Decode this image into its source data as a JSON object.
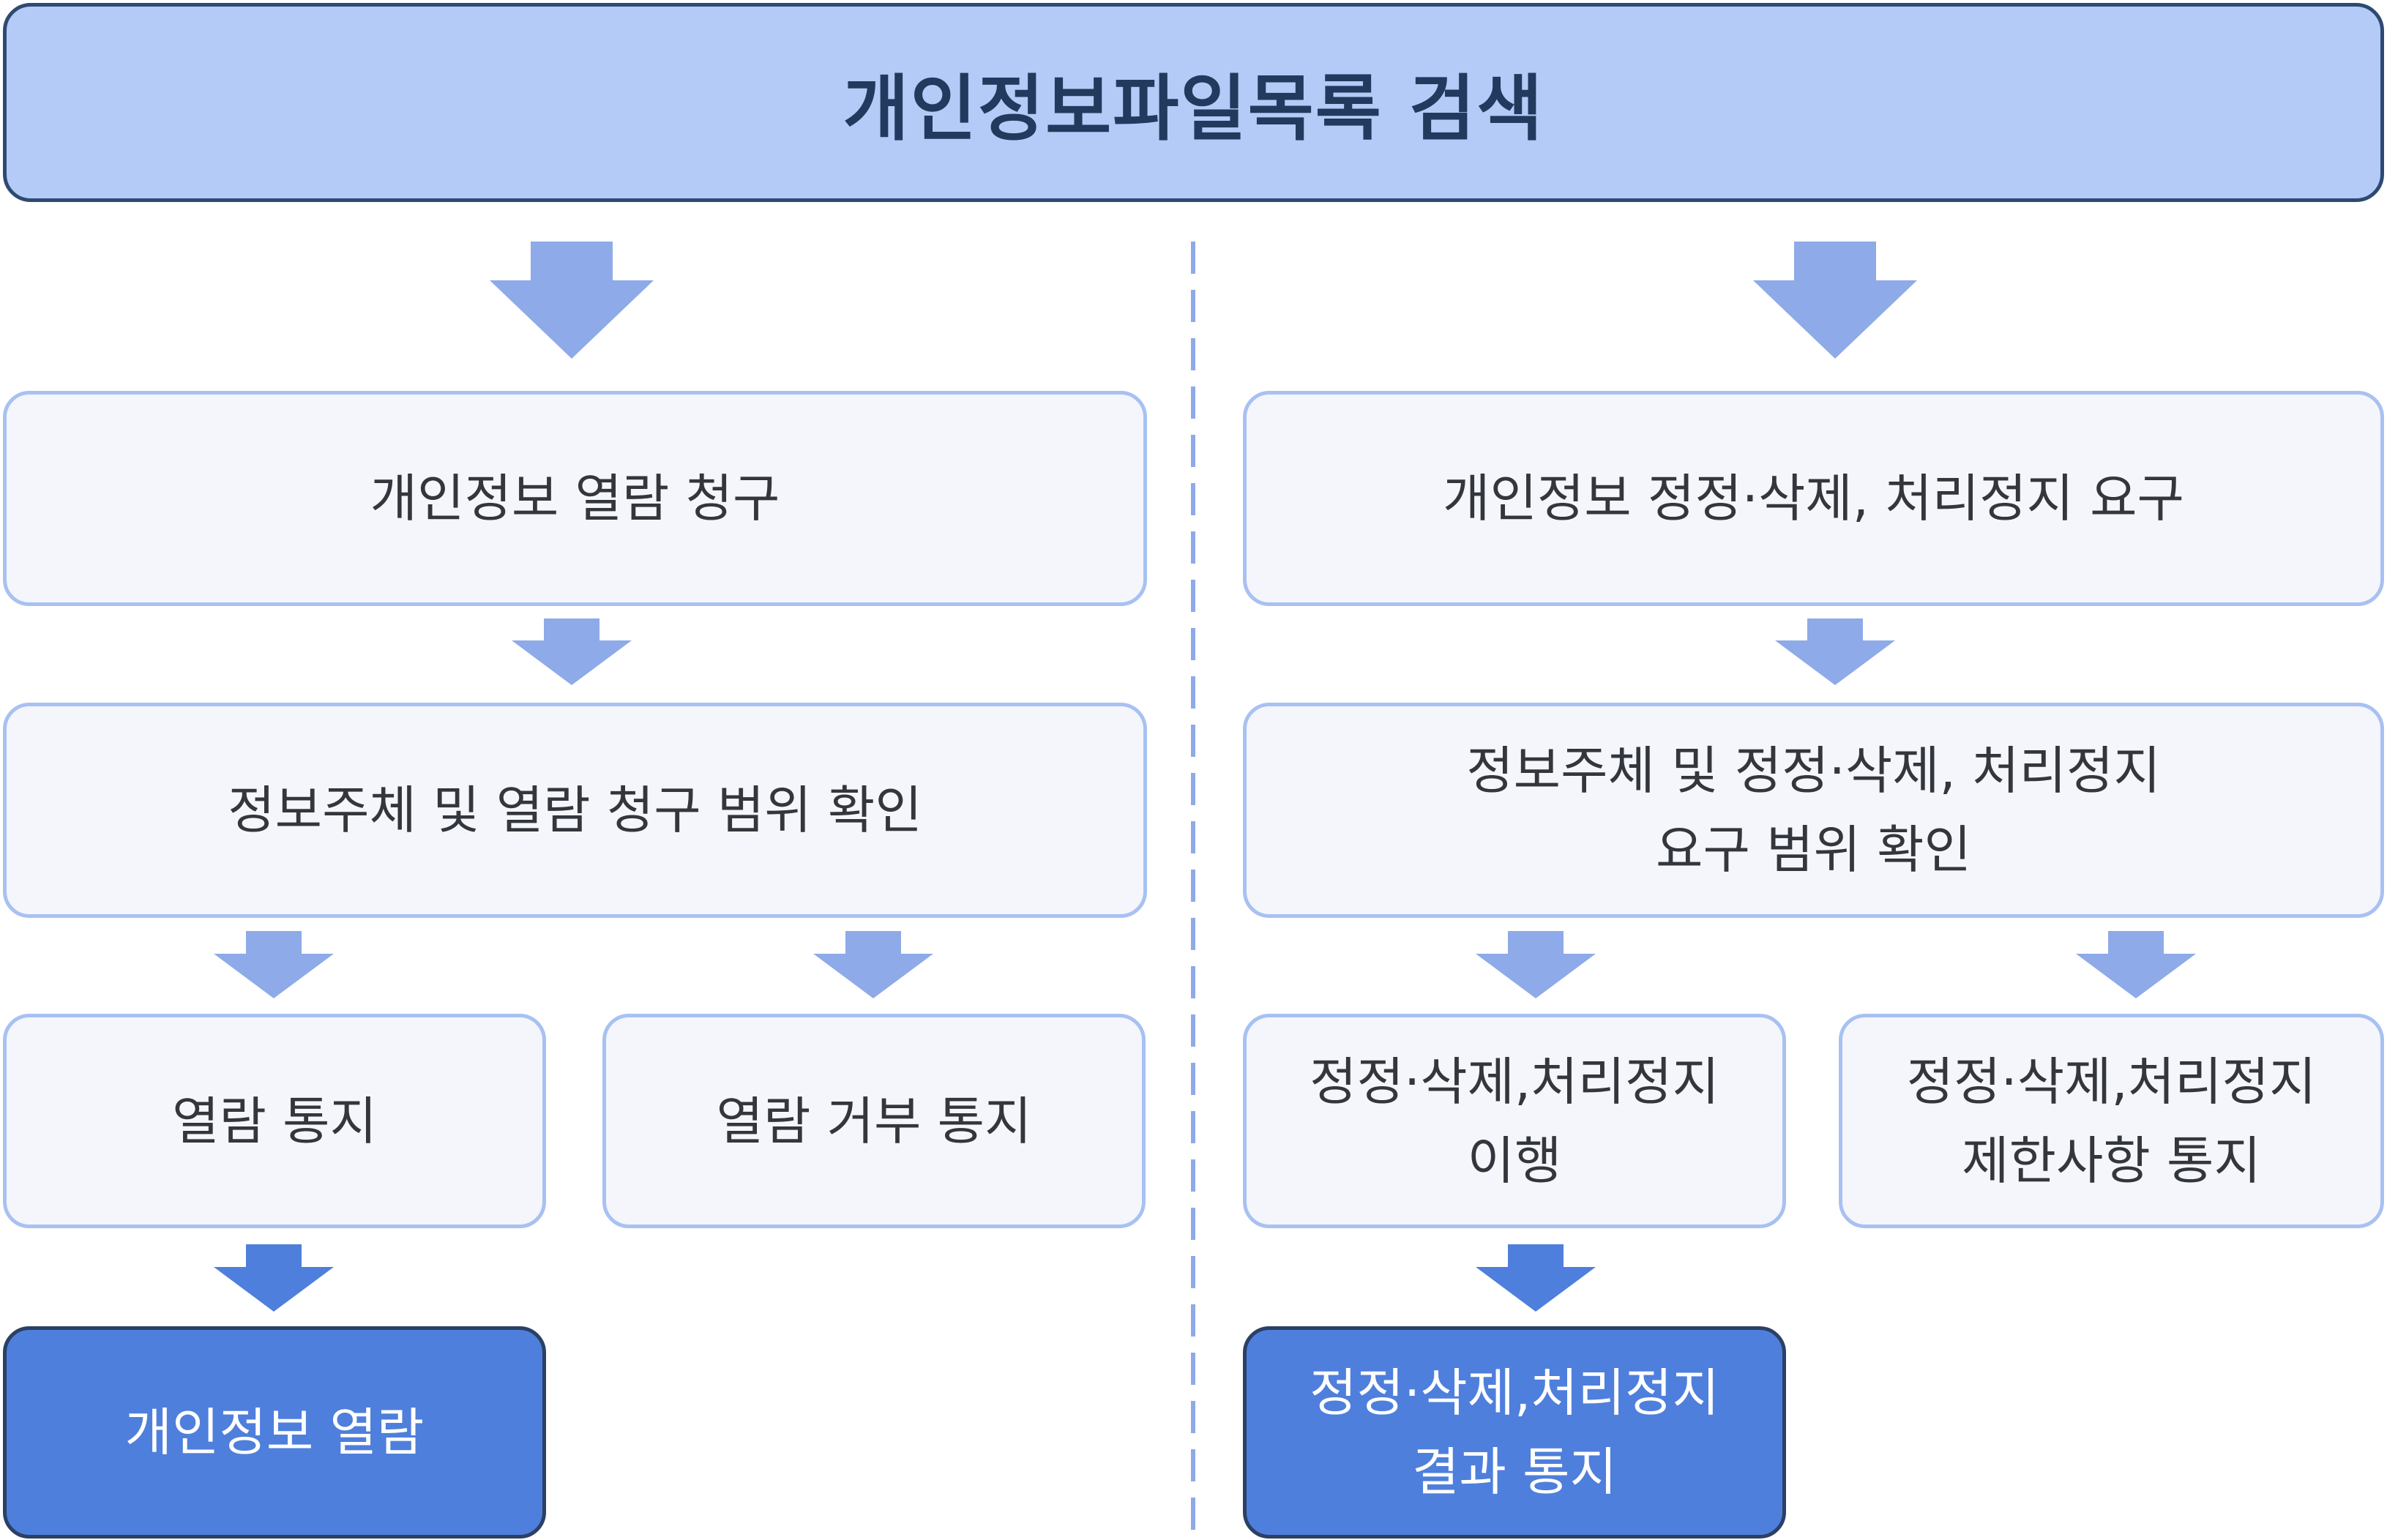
{
  "header": {
    "title": "개인정보파일목록 검색"
  },
  "left_flow": {
    "request": "개인정보 열람 청구",
    "verify": "정보주체 및 열람 청구 범위 확인",
    "notice": "열람 통지",
    "refusal": "열람 거부 통지",
    "final": "개인정보 열람"
  },
  "right_flow": {
    "request": "개인정보 정정·삭제, 처리정지 요구",
    "verify_line1": "정보주체 및 정정·삭제, 처리정지",
    "verify_line2": "요구 범위 확인",
    "execute_line1": "정정·삭제,처리정지",
    "execute_line2": "이행",
    "limit_line1": "정정·삭제,처리정지",
    "limit_line2": "제한사항 통지",
    "final_line1": "정정·삭제,처리정지",
    "final_line2": "결과 통지"
  },
  "colors": {
    "header_fill": "#b4cbf7",
    "header_border": "#2e4a72",
    "step_fill": "#f4f6fc",
    "step_border": "#a8c1f2",
    "final_fill": "#4f7fdc",
    "final_border": "#2b4064",
    "arrow_light": "#8eaae8",
    "arrow_dark": "#4f7fdc",
    "divider": "#8eaae8"
  }
}
